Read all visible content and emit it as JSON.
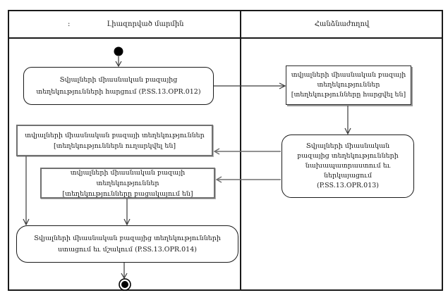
{
  "header": {
    "left_lane": {
      "prefix": ":",
      "label": "Լիազորված մարմին"
    },
    "right_lane": {
      "label": "Հանձնաժողով"
    }
  },
  "actions": {
    "query": "Տվյալների միասնական բազայից տեղեկությունների հարցում (P.SS.13.OPR.012)",
    "prepare": "Տվյալների միասնական բազայից տեղեկությունների նախապատրաստում եւ ներկայացում (P.SS.13.OPR.013)",
    "receive": "Տվյալների միասնական բազայից տեղեկությունների ստացում եւ մշակում (P.SS.13.OPR.014)"
  },
  "objects": {
    "requested": {
      "title": "տվյալների միասնական բազայի տեղեկություններ",
      "state": "[տեղեկությունները հարցվել են]"
    },
    "sent": {
      "title": "տվյալների միասնական բազայի տեղեկություններ",
      "state": "[տեղեկություններն ուղարկվել են]"
    },
    "missing": {
      "title": "տվյալների միասնական բազայի տեղեկություններ",
      "state": "[տեղեկությունները բացակայում են]"
    }
  },
  "icons": {
    "start_node": "filled-circle",
    "end_node": "bullseye-circle"
  },
  "colors": {
    "background": "#ffffff",
    "text": "#1a1a1a",
    "border_dark": "#1a1a1a",
    "border_gray": "#707070",
    "arrow_dark": "#3a3a3a",
    "arrow_gray": "#6e6e6e"
  }
}
